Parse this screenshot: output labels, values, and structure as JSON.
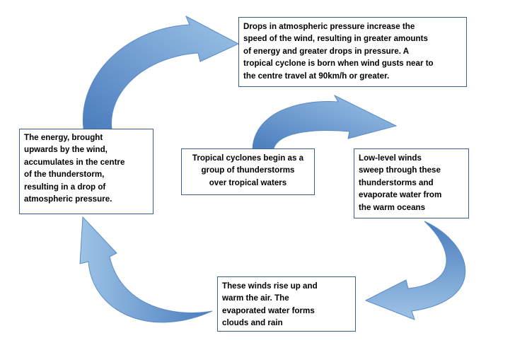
{
  "diagram": {
    "colors": {
      "arrow_light": "#9dc3e6",
      "arrow_dark": "#4a7dbd",
      "box_border": "#3a5f8c"
    },
    "steps": [
      {
        "id": "start",
        "text": "Tropical  cyclones begin as a\ngroup of thunderstorms\nover tropical  waters"
      },
      {
        "id": "winds",
        "text": "Low-level winds\nsweep through these\nthunderstorms and\nevaporate water from\nthe warm oceans"
      },
      {
        "id": "rise",
        "text": "These winds rise up and\nwarm the air.  The\nevaporated water forms\nclouds and rain"
      },
      {
        "id": "energy",
        "text": "The energy,  brought\nupwards by the wind,\naccumulates in the centre\nof the thunderstorm,\nresulting in a drop of\natmospheric pressure."
      },
      {
        "id": "pressure",
        "text": "Drops in atmospheric  pressure increase the\nspeed of the wind, resulting in greater amounts\nof energy and greater drops in pressure. A\ntropical  cyclone is born when wind gusts near to\nthe centre travel at 90km/h or greater."
      }
    ]
  }
}
